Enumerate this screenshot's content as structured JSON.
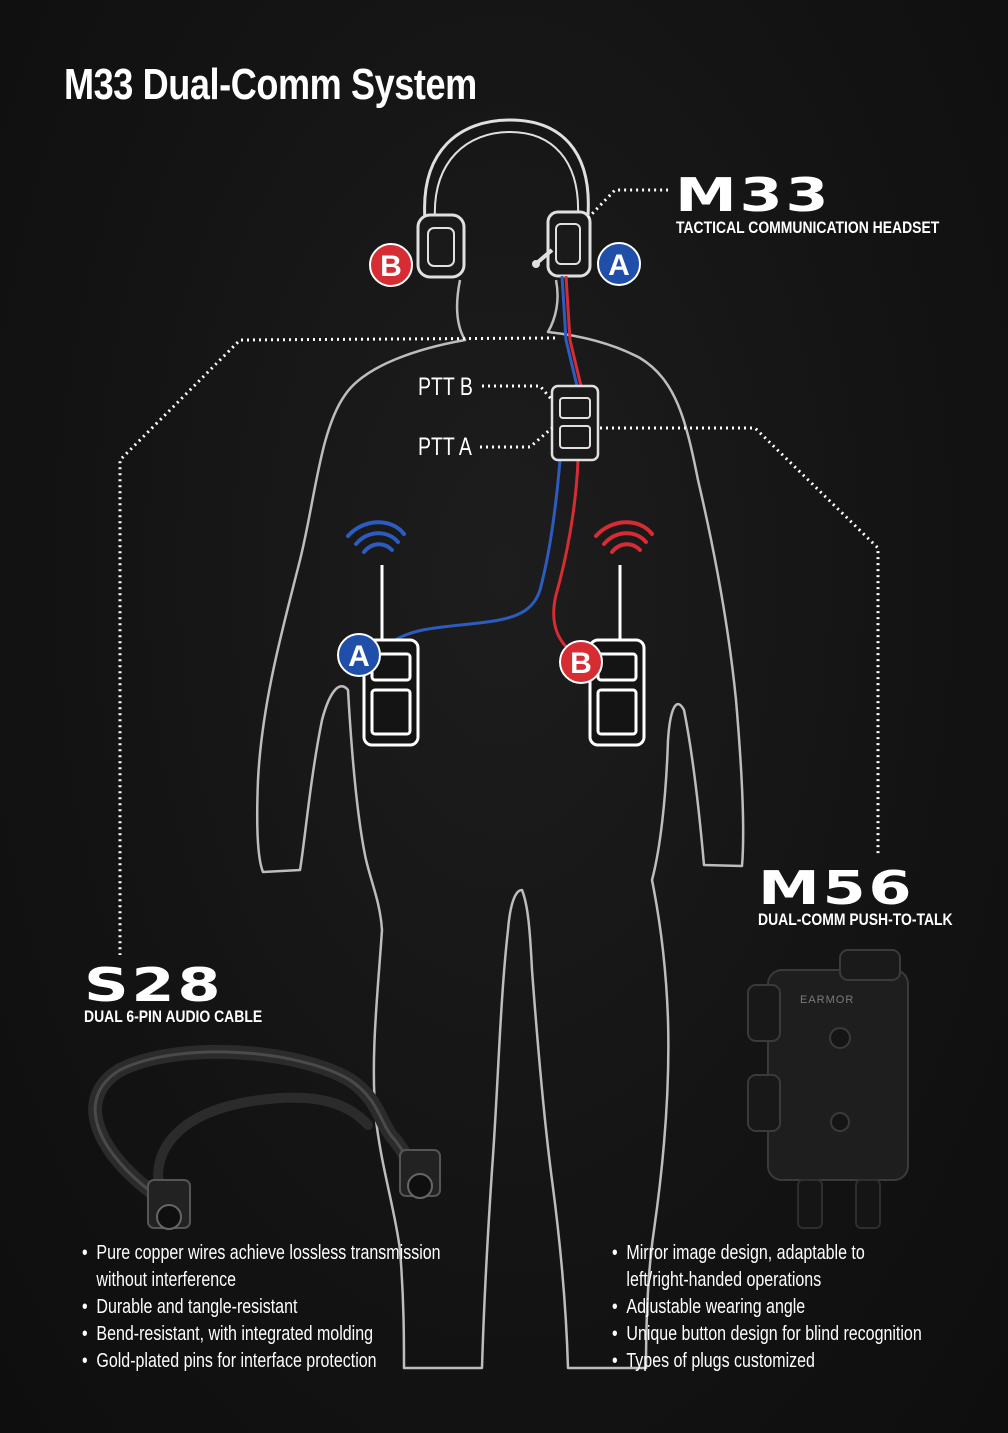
{
  "title": "M33 Dual-Comm System",
  "products": {
    "m33": {
      "name": "M33",
      "subtitle": "TACTICAL COMMUNICATION HEADSET"
    },
    "m56": {
      "name": "M56",
      "subtitle": "DUAL-COMM PUSH-TO-TALK",
      "logo_text": "EARMOR"
    },
    "s28": {
      "name": "S28",
      "subtitle": "DUAL 6-PIN AUDIO CABLE"
    }
  },
  "ptt_labels": {
    "b": "PTT B",
    "a": "PTT A"
  },
  "channel_badges": {
    "a": "A",
    "b": "B"
  },
  "colors": {
    "channel_a": "#1f4fa8",
    "channel_b": "#d62c34",
    "background": "#121212",
    "outline": "#bdbdbd"
  },
  "s28_features": [
    [
      "Pure copper wires achieve lossless transmission",
      "without interference"
    ],
    [
      "Durable and tangle-resistant"
    ],
    [
      "Bend-resistant, with integrated molding"
    ],
    [
      "Gold-plated pins for interface protection"
    ]
  ],
  "m56_features": [
    [
      "Mirror image design, adaptable to",
      "left/right-handed operations"
    ],
    [
      "Adjustable wearing angle"
    ],
    [
      "Unique button design for blind recognition"
    ],
    [
      "Types of plugs customized"
    ]
  ]
}
